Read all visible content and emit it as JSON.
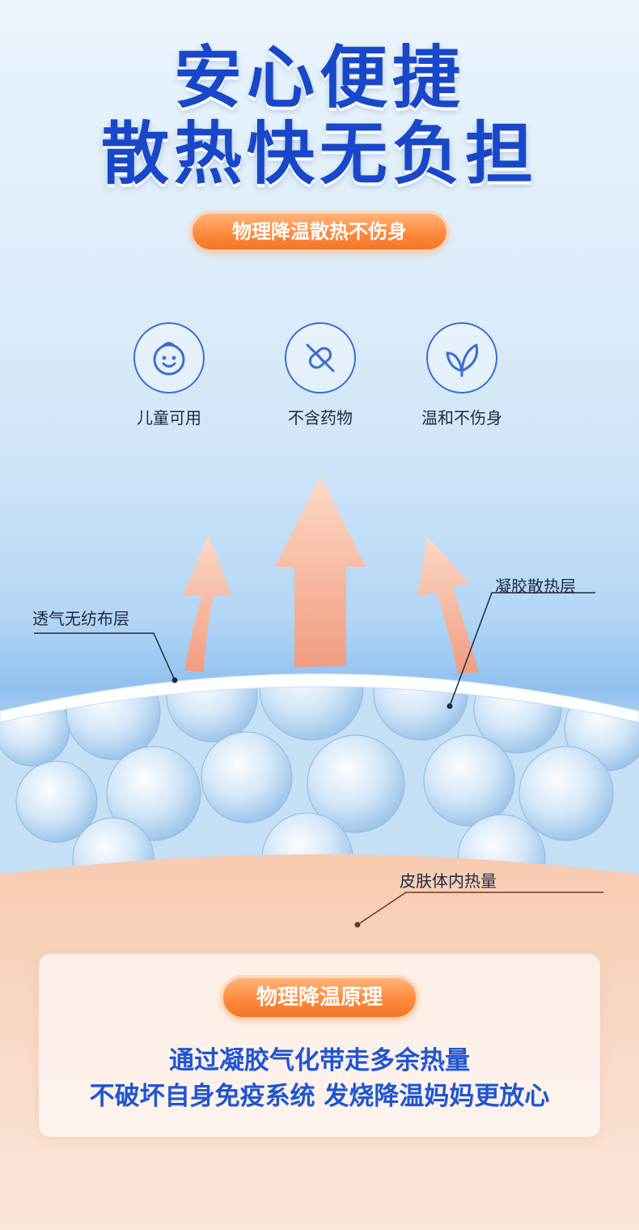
{
  "headline": {
    "line1": "安心便捷",
    "line2": "散热快无负担"
  },
  "badge_top": "物理降温散热不伤身",
  "features": [
    {
      "icon": "baby-face-icon",
      "label": "儿童可用"
    },
    {
      "icon": "no-medicine-icon",
      "label": "不含药物"
    },
    {
      "icon": "leaf-icon",
      "label": "温和不伤身"
    }
  ],
  "layers": {
    "nonwoven": "透气无纺布层",
    "gel": "凝胶散热层",
    "skin": "皮肤体内热量"
  },
  "principle": {
    "title": "物理降温原理",
    "line1": "通过凝胶气化带走多余热量",
    "line2": "不破坏自身免疫系统 发烧降温妈妈更放心"
  },
  "colors": {
    "headline_blue": "#1848c9",
    "accent_orange": "#ff8a3c",
    "text_blue": "#1f55d1"
  }
}
